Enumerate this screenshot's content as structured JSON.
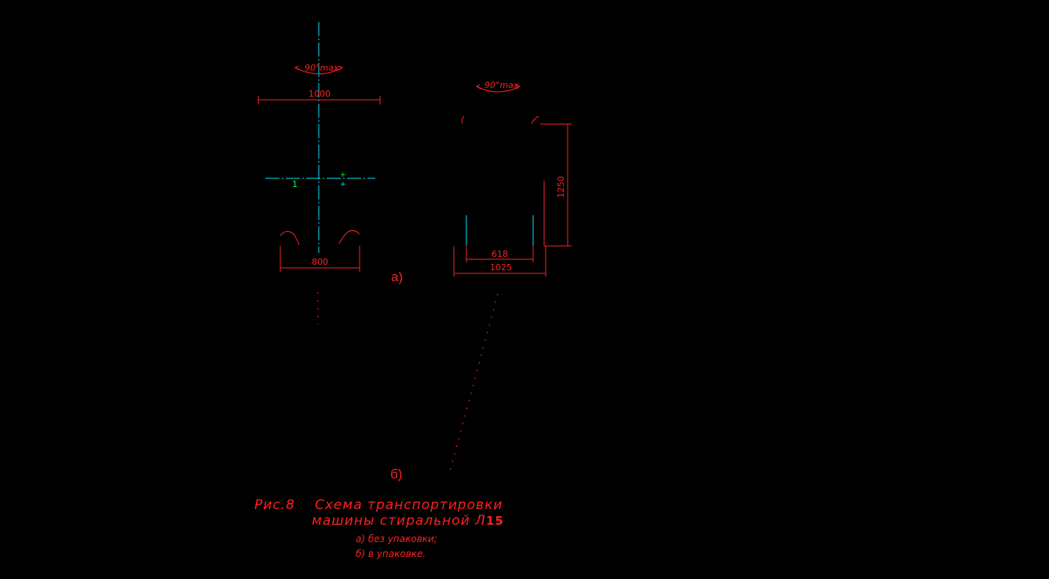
{
  "colors": {
    "background": "#000000",
    "dimension": "#ff2020",
    "centerline": "#00e5ff",
    "marker": "#00ff40",
    "text": "#ff2020"
  },
  "view_a": {
    "label": "а)",
    "angle_label": "90°max",
    "width_top": "1000",
    "width_bottom": "800",
    "axis_mark": "1"
  },
  "view_b": {
    "label": "б)",
    "angle_label": "90°max",
    "height": "1250",
    "width_inner": "618",
    "width_outer": "1025"
  },
  "caption": {
    "fig": "Рис.8",
    "line1": "Схема транспортировки",
    "line2": "машины стиральной Л",
    "line2_bold": "15",
    "item_a": "а)  без упаковки;",
    "item_b": "б)  в упаковке."
  }
}
